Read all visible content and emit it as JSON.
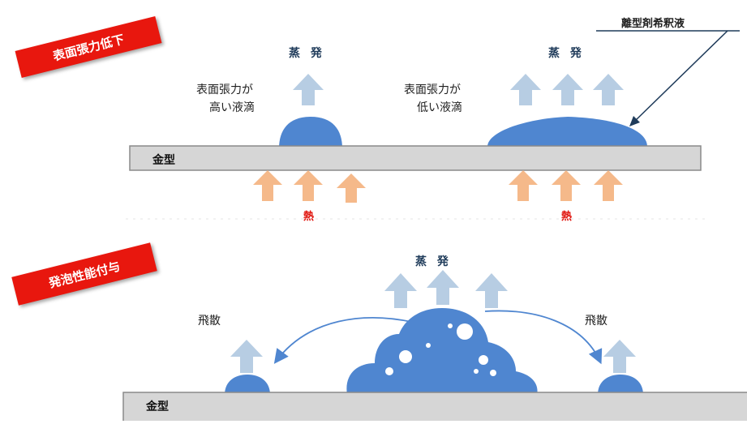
{
  "banners": {
    "top": "表面張力低下",
    "bottom": "発泡性能付与"
  },
  "top_panel": {
    "mold_label": "金型",
    "left": {
      "evaporation": "蒸 発",
      "droplet_desc_line1": "表面張力が",
      "droplet_desc_line2": "高い液滴",
      "heat": "熱"
    },
    "right": {
      "evaporation": "蒸 発",
      "droplet_desc_line1": "表面張力が",
      "droplet_desc_line2": "低い液滴",
      "heat": "熱"
    },
    "callout": "離型剤希釈液"
  },
  "bottom_panel": {
    "mold_label": "金型",
    "evaporation": "蒸 発",
    "scatter_left": "飛散",
    "scatter_right": "飛散"
  },
  "colors": {
    "banner_red": "#e8170e",
    "droplet_blue": "#4f86d0",
    "vapor_arrow": "#b7cde3",
    "heat_arrow": "#f5b98a",
    "heat_text": "#e0120b",
    "mold_gray": "#d6d6d6"
  }
}
